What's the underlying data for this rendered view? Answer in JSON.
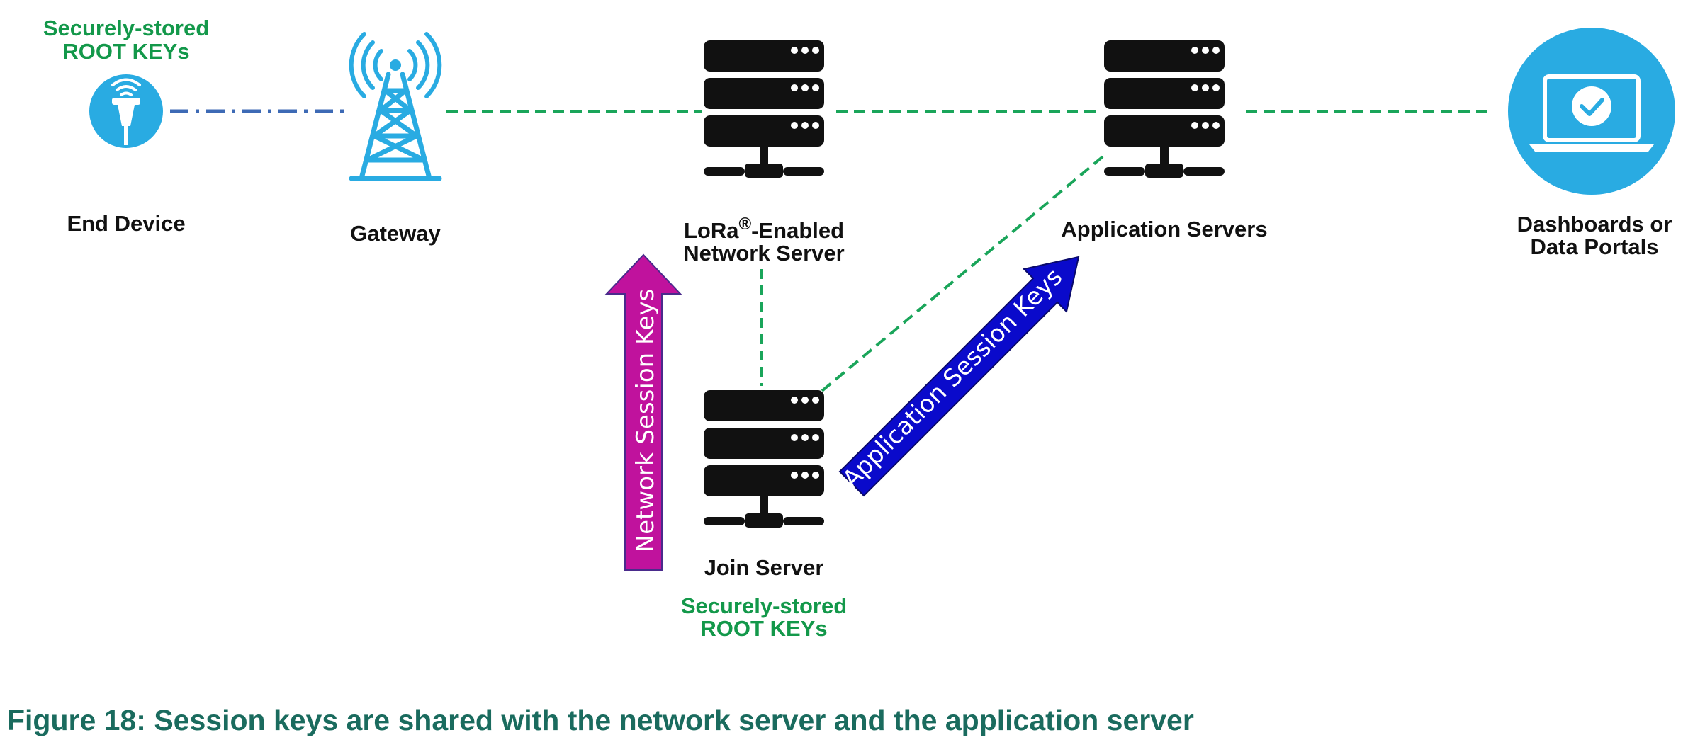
{
  "root_keys_top": {
    "line1": "Securely-stored",
    "line2": "ROOT KEYs"
  },
  "nodes": {
    "end_device": "End Device",
    "gateway": "Gateway",
    "network_server": {
      "line1_prefix": "LoRa",
      "line1_reg": "®",
      "line1_suffix": "-Enabled",
      "line2": "Network Server"
    },
    "application_servers": "Application Servers",
    "dashboards": {
      "line1": "Dashboards or",
      "line2": "Data Portals"
    },
    "join_server": "Join Server"
  },
  "root_keys_join": {
    "line1": "Securely-stored",
    "line2": "ROOT KEYs"
  },
  "arrows": {
    "network_session_keys": "Network Session Keys",
    "application_session_keys": "Application Session Keys"
  },
  "caption": "Figure 18: Session keys are shared with the network server and the application server",
  "colors": {
    "device_blue": "#29abe2",
    "link_green": "#1aa55a",
    "link_blue": "#3d6ab5",
    "server_black": "#111111",
    "network_arrow": "#c0129d",
    "application_arrow": "#0a0acb",
    "caption": "#1a6b5e",
    "root_keys": "#13984a"
  },
  "icons": [
    "wireless-sensor-icon",
    "cell-tower-icon",
    "server-rack-icon",
    "laptop-check-icon"
  ]
}
